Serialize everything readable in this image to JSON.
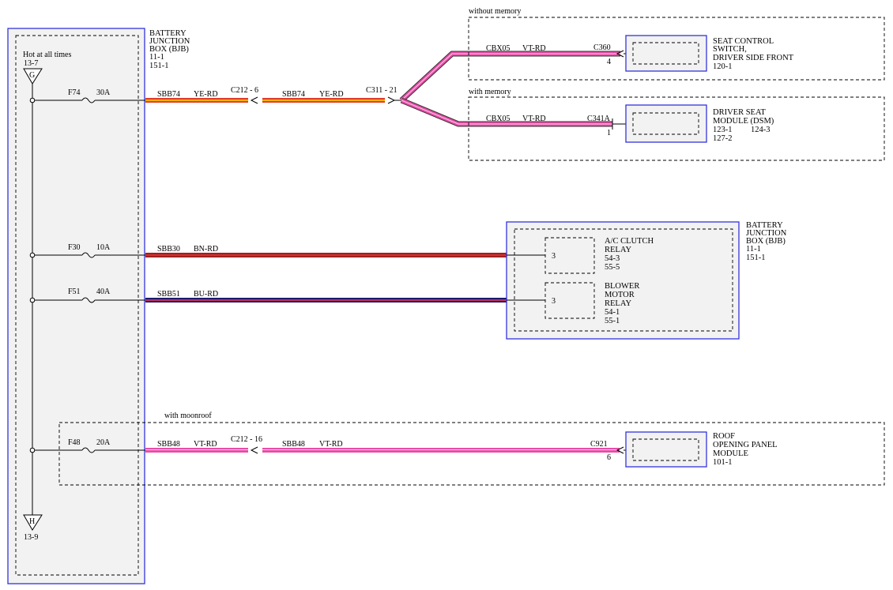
{
  "bjb_left": {
    "title": [
      "BATTERY",
      "JUNCTION",
      "BOX (BJB)",
      "11-1",
      "151-1"
    ],
    "hot_label": "Hot at all times",
    "top_ref": "13-7",
    "top_letter": "G",
    "bottom_letter": "H",
    "bottom_ref": "13-9"
  },
  "fuses": [
    {
      "name": "F74",
      "rating": "30A"
    },
    {
      "name": "F30",
      "rating": "10A"
    },
    {
      "name": "F51",
      "rating": "40A"
    },
    {
      "name": "F48",
      "rating": "20A"
    }
  ],
  "wires": {
    "f74_a": {
      "circuit": "SBB74",
      "color": "YE-RD"
    },
    "f74_b": {
      "circuit": "SBB74",
      "color": "YE-RD"
    },
    "f74_conn1": "C212 - 6",
    "f74_conn2": "C311 - 21",
    "cbx_top": {
      "circuit": "CBX05",
      "color": "VT-RD"
    },
    "cbx_bot": {
      "circuit": "CBX05",
      "color": "VT-RD"
    },
    "f30": {
      "circuit": "SBB30",
      "color": "BN-RD"
    },
    "f51": {
      "circuit": "SBB51",
      "color": "BU-RD"
    },
    "f48_a": {
      "circuit": "SBB48",
      "color": "VT-RD"
    },
    "f48_b": {
      "circuit": "SBB48",
      "color": "VT-RD"
    },
    "f48_conn": "C212 - 16"
  },
  "without_memory": {
    "label": "without memory",
    "connector": "C360",
    "pin": "4",
    "component": [
      "SEAT CONTROL",
      "SWITCH,",
      "DRIVER SIDE FRONT",
      "120-1"
    ]
  },
  "with_memory": {
    "label": "with memory",
    "connector": "C341A",
    "pin": "1",
    "component": [
      "DRIVER SEAT",
      "MODULE (DSM)",
      "123-1",
      "124-3",
      "127-2"
    ]
  },
  "bjb_right": {
    "title": [
      "BATTERY",
      "JUNCTION",
      "BOX (BJB)",
      "11-1",
      "151-1"
    ],
    "ac_relay": {
      "pin": "3",
      "label": [
        "A/C CLUTCH",
        "RELAY",
        "54-3",
        "55-5"
      ]
    },
    "blower_relay": {
      "pin": "3",
      "label": [
        "BLOWER",
        "MOTOR",
        "RELAY",
        "54-1",
        "55-1"
      ]
    }
  },
  "moonroof": {
    "label": "with moonroof",
    "connector": "C921",
    "pin": "6",
    "component": [
      "ROOF",
      "OPENING PANEL",
      "MODULE",
      "101-1"
    ]
  },
  "colors": {
    "outline_blue": "#3333dd",
    "ye_rd_stripe": "#f0b400",
    "ye_rd_base": "#e03a2a",
    "vt_rd_base": "#e94ca8",
    "bn_rd_base": "#a02020",
    "bu_rd_base": "#2a2a8a"
  }
}
